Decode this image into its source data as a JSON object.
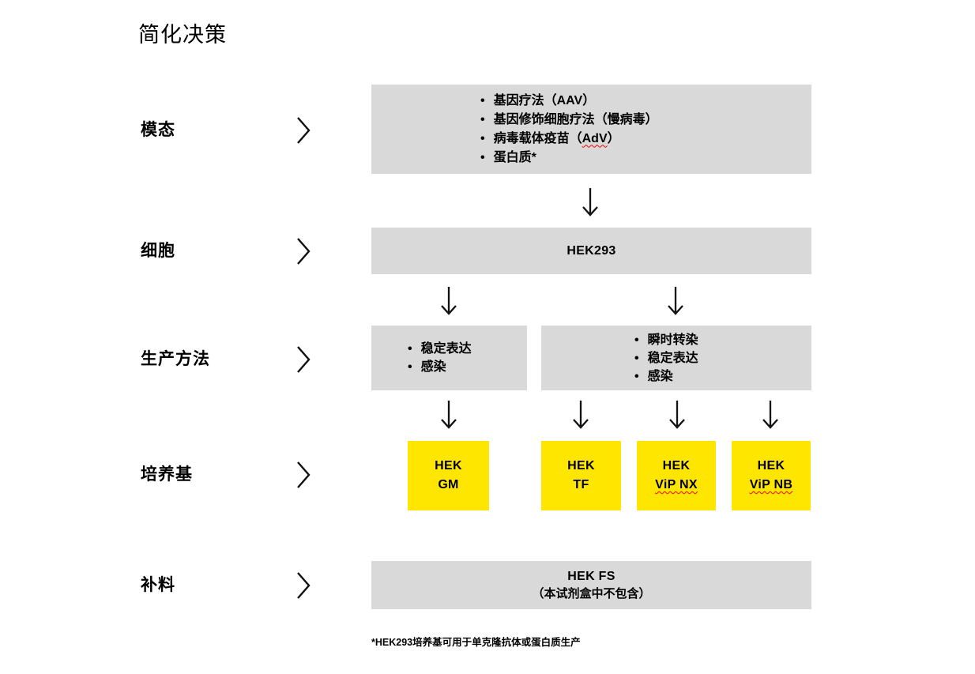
{
  "title": "简化决策",
  "row_labels": [
    "模态",
    "细胞",
    "生产方法",
    "培养基",
    "补料"
  ],
  "modality_box": {
    "items": [
      {
        "pre": "基因疗法（AAV）",
        "err": "",
        "post": ""
      },
      {
        "pre": "基因修饰细胞疗法（慢病毒）",
        "err": "",
        "post": ""
      },
      {
        "pre": "病毒载体疫苗（",
        "err": "AdV",
        "post": "）"
      },
      {
        "pre": "蛋白质*",
        "err": "",
        "post": ""
      }
    ]
  },
  "cells_box": {
    "label": "HEK293"
  },
  "production_boxes": {
    "left": {
      "items": [
        "稳定表达",
        "感染"
      ]
    },
    "right": {
      "items": [
        "瞬时转染",
        "稳定表达",
        "感染"
      ]
    }
  },
  "media_boxes": [
    {
      "top": "HEK",
      "err": "",
      "rest": "GM"
    },
    {
      "top": "HEK",
      "err": "",
      "rest": "TF"
    },
    {
      "top": "HEK",
      "err": "ViP NX",
      "rest": ""
    },
    {
      "top": "HEK",
      "err": "ViP NB",
      "rest": ""
    }
  ],
  "feed_box": {
    "line1": "HEK FS",
    "line2": "（本试剂盒中不包含）"
  },
  "footnote": "*HEK293培养基可用于单克隆抗体或蛋白质生产",
  "colors": {
    "box_gray": "#d9d9d9",
    "highlight_yellow": "#ffe600",
    "spellcheck_red": "#ff0000"
  }
}
